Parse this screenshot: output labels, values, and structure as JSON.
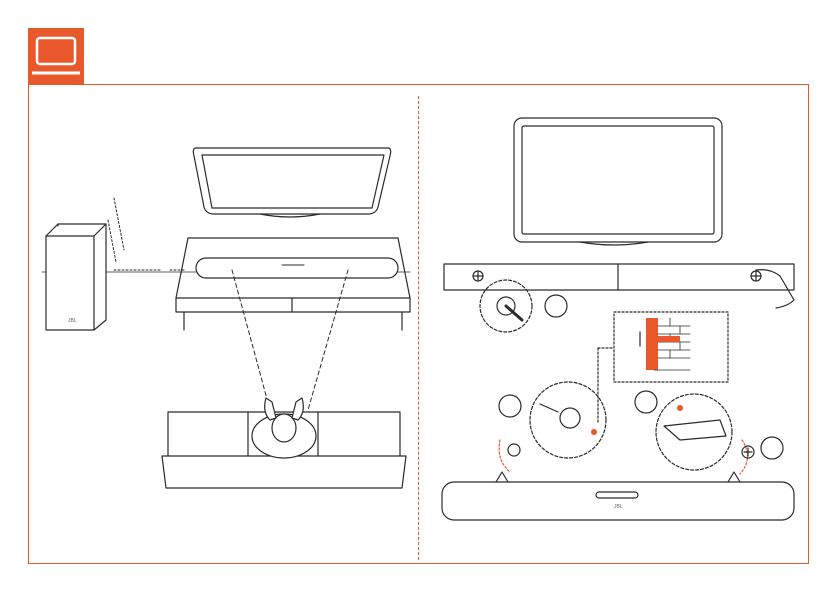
{
  "header": {
    "icon": "tv-icon",
    "accent_color": "#e8582a"
  },
  "left_panel": {
    "title": "placement-top-view",
    "logo_text": "JBL"
  },
  "right_panel": {
    "title": "wall-mount-steps",
    "steps": [
      {
        "label": ""
      },
      {
        "label": ""
      },
      {
        "label": ""
      },
      {
        "label": ""
      }
    ],
    "logo_text": "JBL"
  }
}
